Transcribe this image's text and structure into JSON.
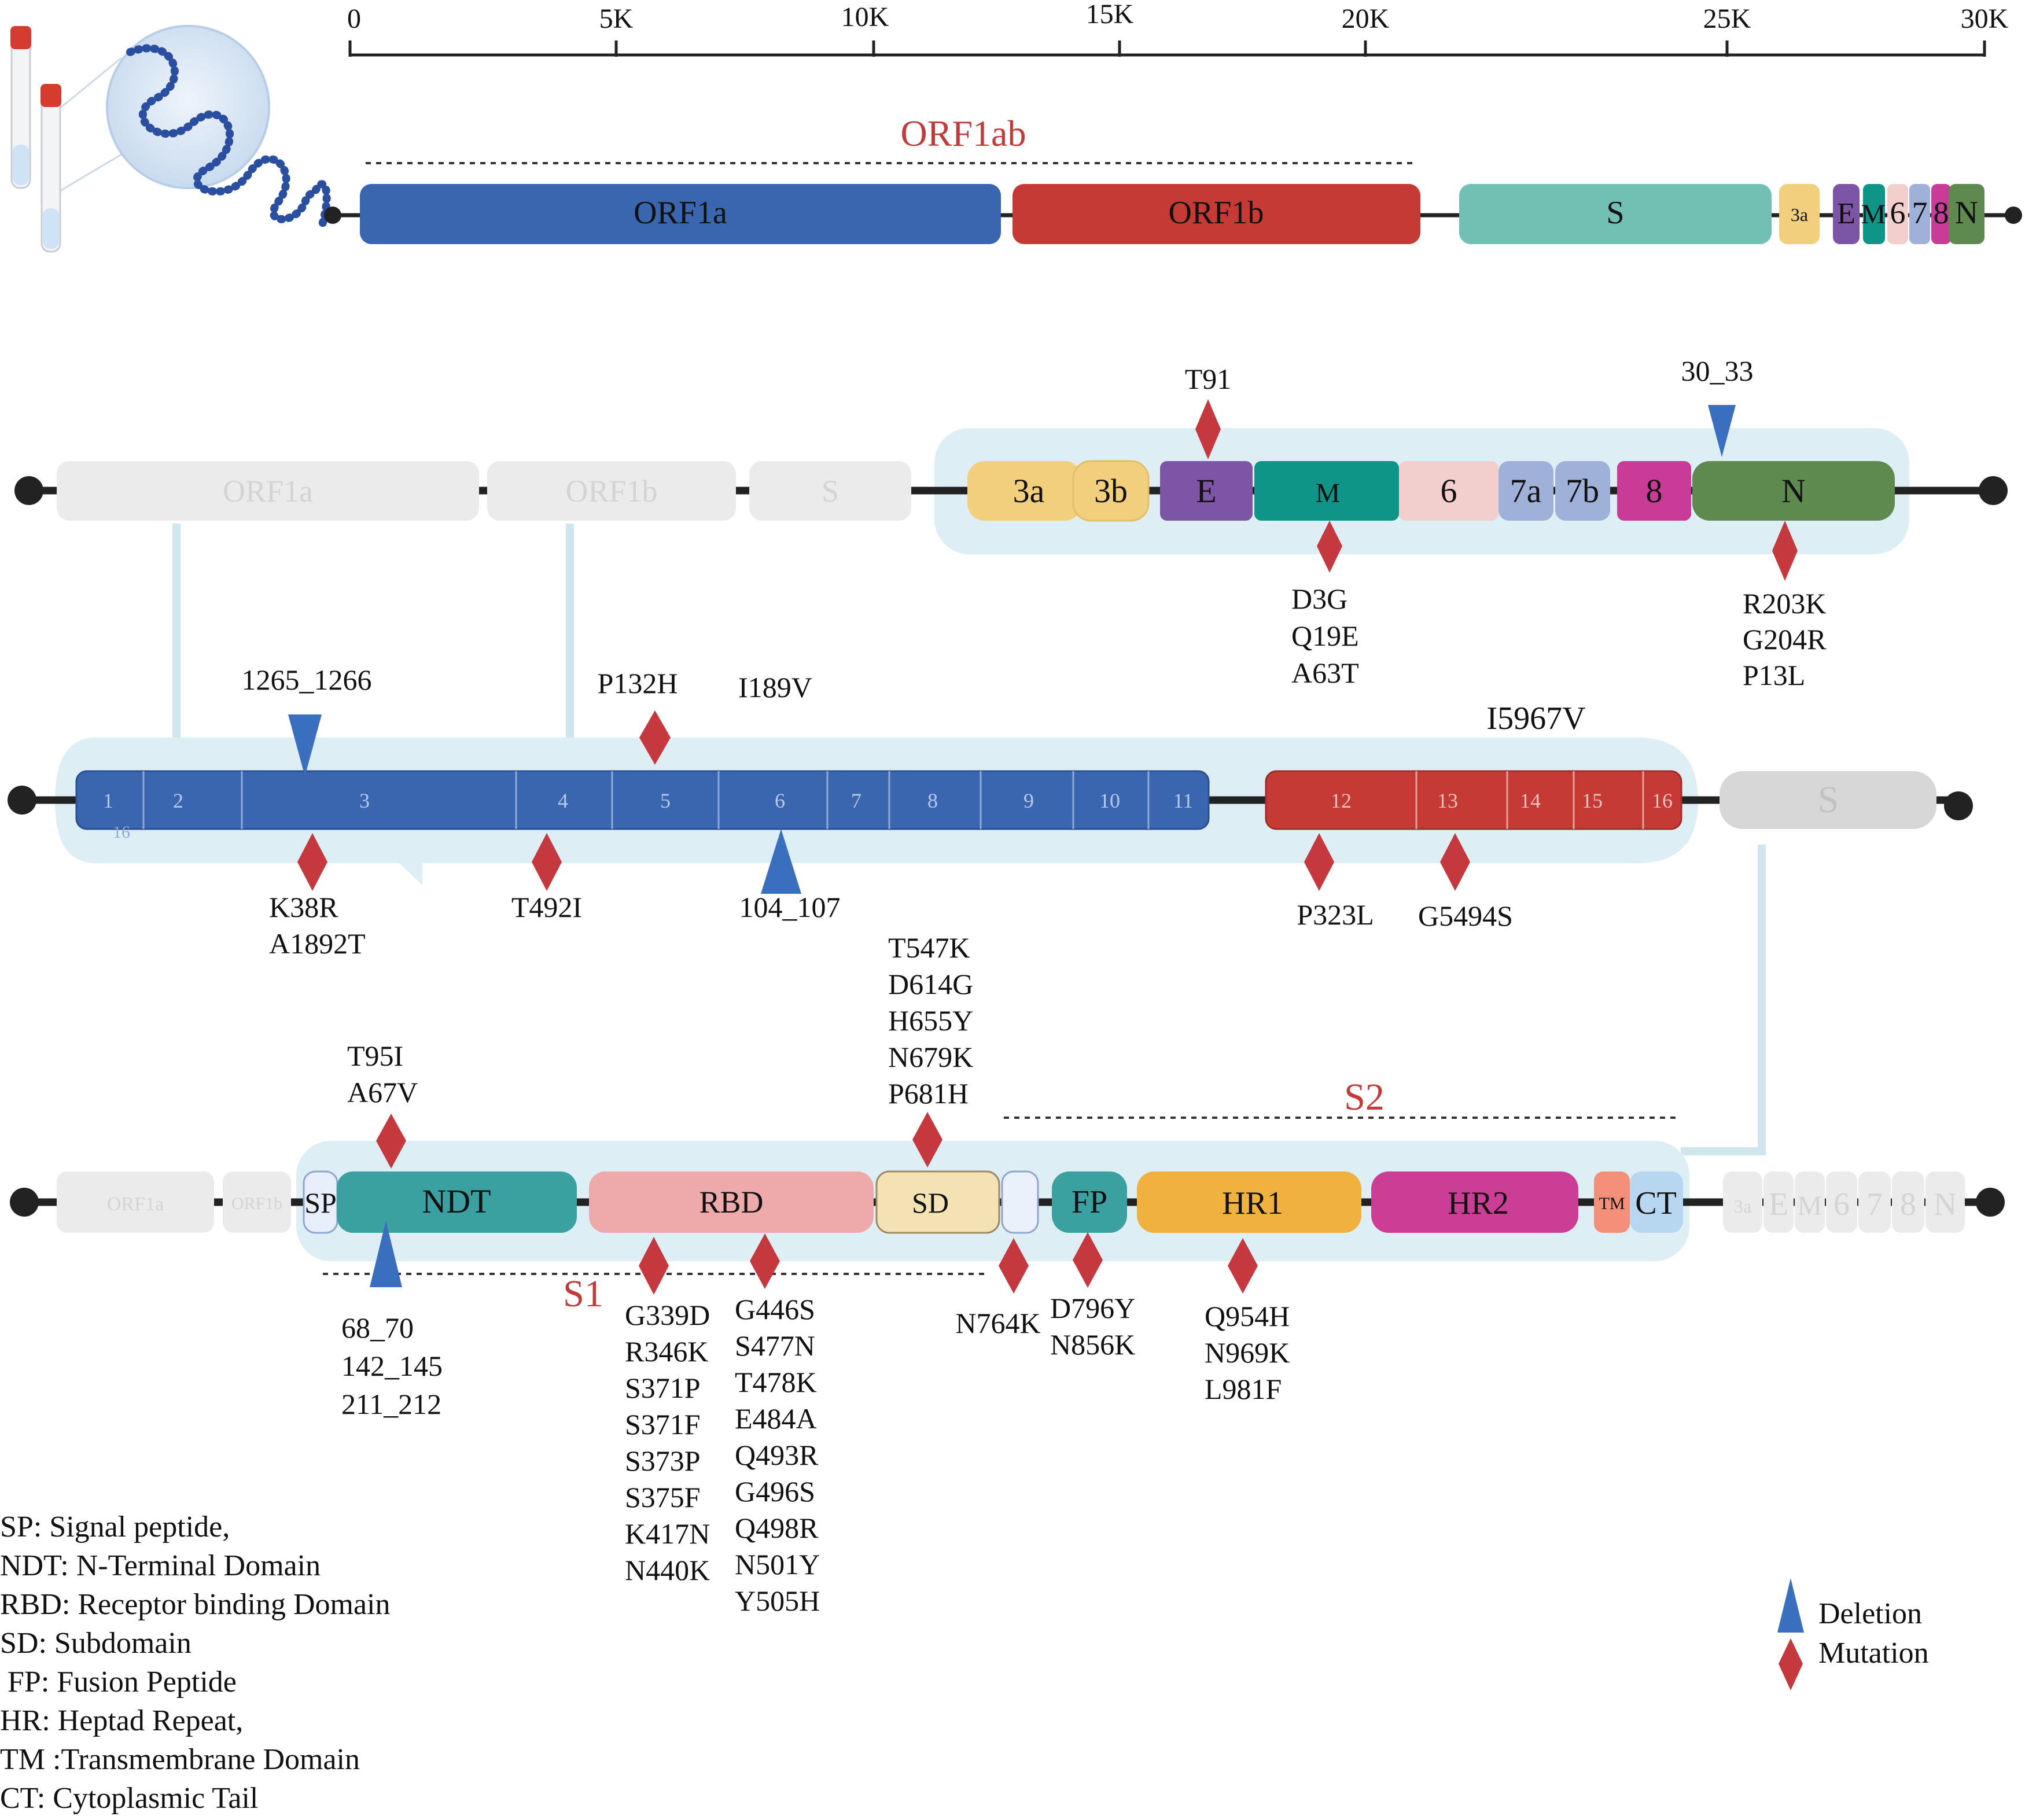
{
  "scale": {
    "ticks": [
      "0",
      "5K",
      "10K",
      "15K",
      "20K",
      "25K",
      "30K"
    ]
  },
  "genome": {
    "orf1ab_label": "ORF1ab",
    "segments": [
      {
        "label": "ORF1a",
        "color": "#3a66b0"
      },
      {
        "label": "ORF1b",
        "color": "#c53a34"
      },
      {
        "label": "S",
        "color": "#72bfb4"
      },
      {
        "label": "3a",
        "color": "#f1cf7d"
      },
      {
        "label": "E",
        "color": "#7d55a6"
      },
      {
        "label": "M",
        "color": "#0f9488"
      },
      {
        "label": "6",
        "color": "#f2cfcc"
      },
      {
        "label": "7",
        "color": "#9fb1d9"
      },
      {
        "label": "8",
        "color": "#c93b96"
      },
      {
        "label": "N",
        "color": "#5e8a4f"
      }
    ]
  },
  "accessory_row": {
    "faded": [
      "ORF1a",
      "ORF1b",
      "S"
    ],
    "genes": [
      {
        "label": "3a",
        "color": "#f1cf7d"
      },
      {
        "label": "3b",
        "color": "#f1cf7d"
      },
      {
        "label": "E",
        "color": "#7d55a6"
      },
      {
        "label": "M",
        "color": "#0f9488"
      },
      {
        "label": "6",
        "color": "#f2cfcc"
      },
      {
        "label": "7a",
        "color": "#9fb1d9"
      },
      {
        "label": "7b",
        "color": "#9fb1d9"
      },
      {
        "label": "8",
        "color": "#c93b96"
      },
      {
        "label": "N",
        "color": "#5e8a4f"
      }
    ],
    "deletion_30_33": "30_33",
    "mut_T91": "T91",
    "mut_M": [
      "D3G",
      "Q19E",
      "A63T"
    ],
    "mut_N": [
      "R203K",
      "G204R",
      "P13L"
    ]
  },
  "orf1ab_row": {
    "nsp_a": [
      "1",
      "2",
      "3",
      "4",
      "5",
      "6",
      "7",
      "8",
      "9",
      "10",
      "11"
    ],
    "nsp_b": [
      "12",
      "13",
      "14",
      "15",
      "16"
    ],
    "nsp_small": "16",
    "faded_s": "S",
    "del_1265": "1265_1266",
    "mut_P132H": "P132H",
    "mut_I189V": "I189V",
    "mut_I5967V": "I5967V",
    "mut_K38R": [
      "K38R",
      "A1892T"
    ],
    "mut_T492I": "T492I",
    "del_104": "104_107",
    "mut_P323L": "P323L",
    "mut_G5494S": "G5494S"
  },
  "spike_row": {
    "faded_left": [
      "ORF1a",
      "ORF1b"
    ],
    "faded_right": [
      "3a",
      "E",
      "M",
      "6",
      "7",
      "8",
      "N"
    ],
    "domains": [
      {
        "label": "SP",
        "color": "#e8effa"
      },
      {
        "label": "NDT",
        "color": "#3aa0a0"
      },
      {
        "label": "RBD",
        "color": "#eeaaaa"
      },
      {
        "label": "SD",
        "color": "#f4e2b5"
      },
      {
        "label": "",
        "color": "#eaf1fb"
      },
      {
        "label": "FP",
        "color": "#3aa0a0"
      },
      {
        "label": "HR1",
        "color": "#f1b13e"
      },
      {
        "label": "HR2",
        "color": "#cc3d96"
      },
      {
        "label": "TM",
        "color": "#f4907a"
      },
      {
        "label": "CT",
        "color": "#b7d6f0"
      }
    ],
    "s1_label": "S1",
    "s2_label": "S2",
    "mut_NDT_top": [
      "T95I",
      "A67V"
    ],
    "del_NDT": [
      "68_70",
      "142_145",
      "211_212"
    ],
    "mut_SD_top": [
      "T547K",
      "D614G",
      "H655Y",
      "N679K",
      "P681H"
    ],
    "mut_RBD_1": [
      "G339D",
      "R346K",
      "S371P",
      "S371F",
      "S373P",
      "S375F",
      "K417N",
      "N440K"
    ],
    "mut_RBD_2": [
      "G446S",
      "S477N",
      "T478K",
      "E484A",
      "Q493R",
      "G496S",
      "Q498R",
      "N501Y",
      "Y505H"
    ],
    "mut_N764K": "N764K",
    "mut_FP": [
      "D796Y",
      "N856K"
    ],
    "mut_HR1": [
      "Q954H",
      "N969K",
      "L981F"
    ]
  },
  "abbreviations": [
    "SP: Signal peptide,",
    "NDT: N-Terminal Domain",
    "RBD: Receptor binding Domain",
    "SD: Subdomain",
    " FP: Fusion Peptide",
    "HR: Heptad Repeat,",
    "TM :Transmembrane Domain",
    "CT: Cytoplasmic Tail"
  ],
  "legend": {
    "deletion": "Deletion",
    "mutation": "Mutation"
  },
  "colors": {
    "deletion": "#3a6fbf",
    "mutation": "#c5383e",
    "highlight_bg": "#ddeef4",
    "faded": "#ebebeb",
    "accent_red": "#c43a3a"
  }
}
